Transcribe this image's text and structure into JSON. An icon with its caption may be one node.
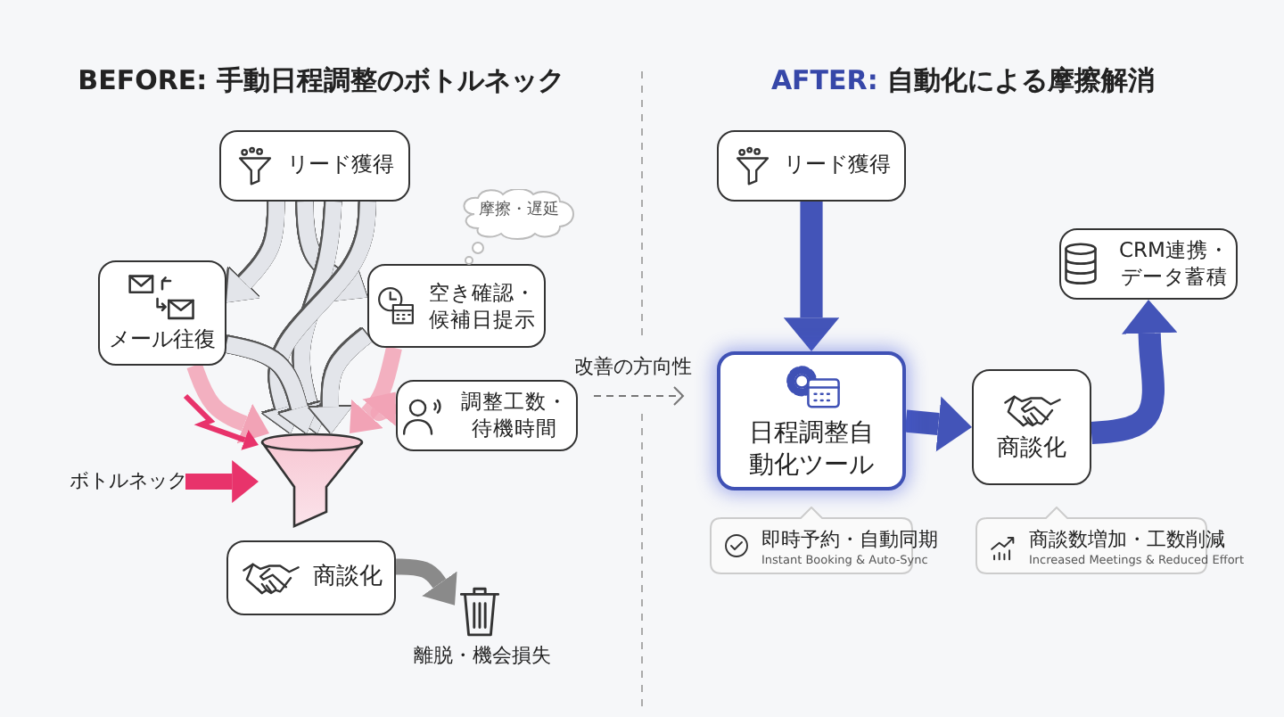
{
  "diagram": {
    "nodes": [
      {
        "text": [
          "リード獲得"
        ]
      },
      {
        "text": [
          "メール往復"
        ]
      },
      {
        "text": [
          "空き確認・候補日提示"
        ]
      },
      {
        "text": [
          "調整工数・待機時間"
        ]
      },
      {
        "text": [],
        "shape": "funnel"
      },
      {
        "text": [
          "ボトルネック"
        ]
      },
      {
        "text": [
          "商談化"
        ]
      },
      {
        "text": [],
        "shape": "picture",
        "beside": [
          "離脱・機会損失"
        ]
      },
      {
        "text": [
          "摩擦・遅延"
        ]
      },
      {
        "text": [
          "リード獲得"
        ]
      },
      {
        "text": [
          "日程調整自動化ツール"
        ]
      },
      {
        "text": [
          "商談化"
        ]
      },
      {
        "text": [
          "CRM連携・データ蓄積"
        ]
      },
      {
        "text": [
          "即時予約・自動同期",
          "Instant Booking & Auto-Sync"
        ]
      },
      {
        "text": [
          "商談数増加・工数削減",
          "Increased Meetings & Reduced Effort"
        ]
      }
    ],
    "edges": [
      {
        "from": 0,
        "to": 1,
        "arrow": "to"
      },
      {
        "from": 0,
        "to": 2,
        "arrow": "to"
      },
      {
        "from": 0,
        "to": 4,
        "arrow": "to"
      },
      {
        "from": 0,
        "to": 4,
        "arrow": "to"
      },
      {
        "from": 1,
        "to": 4,
        "arrow": "to"
      },
      {
        "from": 2,
        "to": 4,
        "arrow": "to"
      },
      {
        "from": 1,
        "to": 4,
        "arrow": "to",
        "color": "#f2a3b6"
      },
      {
        "from": 2,
        "to": 4,
        "arrow": "to",
        "color": "#f2a3b6"
      },
      {
        "from": 3,
        "to": 4,
        "arrow": "to",
        "color": "#f2a3b6"
      },
      {
        "from": null,
        "to": 4,
        "arrow": "to",
        "color": "#e8336b"
      },
      {
        "from": 5,
        "to": 4,
        "arrow": "to",
        "color": "#e8336b"
      },
      {
        "from": 6,
        "to": 7,
        "arrow": "to",
        "color": "#8a8a8a"
      },
      {
        "from": 9,
        "to": 10,
        "arrow": "to",
        "color": "#4354b8"
      },
      {
        "from": 10,
        "to": 11,
        "arrow": "to",
        "color": "#4354b8"
      },
      {
        "from": 11,
        "to": 12,
        "arrow": "to",
        "color": "#4354b8"
      }
    ],
    "labels": [
      "BEFORE: 手動日程調整のボトルネック",
      "AFTER: 自動化による摩擦解消",
      "改善の方向性"
    ]
  }
}
